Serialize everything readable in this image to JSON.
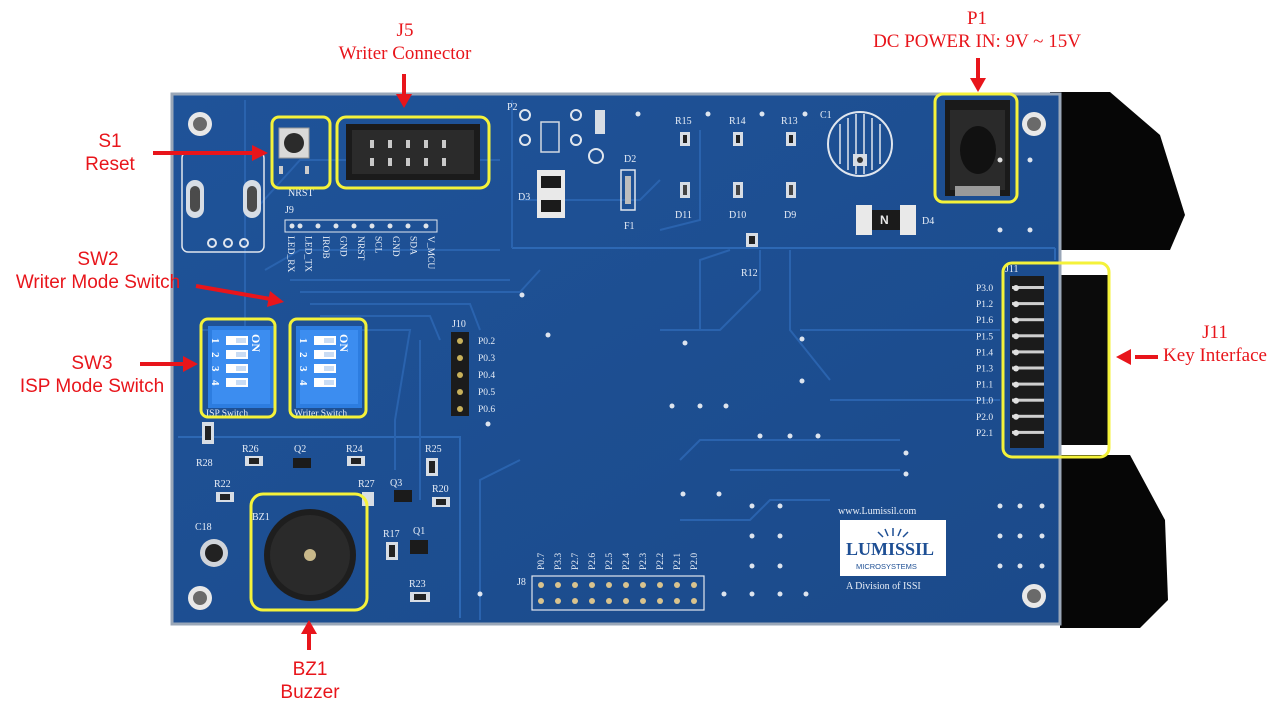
{
  "colors": {
    "board": "#1e4f94",
    "annotation": "#e8151b",
    "highlight": "#f4f23a"
  },
  "annotations": {
    "j5": {
      "line1": "J5",
      "line2": "Writer Connector"
    },
    "p1": {
      "line1": "P1",
      "line2": "DC POWER IN: 9V ~ 15V"
    },
    "s1": {
      "line1": "S1",
      "line2": "Reset"
    },
    "sw2": {
      "line1": "SW2",
      "line2": "Writer Mode Switch"
    },
    "sw3": {
      "line1": "SW3",
      "line2": "ISP Mode Switch"
    },
    "j11": {
      "line1": "J11",
      "line2": "Key Interface"
    },
    "bz1": {
      "line1": "BZ1",
      "line2": "Buzzer"
    }
  },
  "board": {
    "silk": {
      "j9": "J9",
      "nrst": "NRST",
      "j10": "J10",
      "j8": "J8",
      "j11": "J11",
      "c1": "C1",
      "c18": "C18",
      "d2": "D2",
      "d3": "D3",
      "d4": "D4",
      "d9": "D9",
      "d10": "D10",
      "d11": "D11",
      "f1": "F1",
      "p2": "P2",
      "q1": "Q1",
      "q2": "Q2",
      "q3": "Q3",
      "r12": "R12",
      "r13": "R13",
      "r14": "R14",
      "r15": "R15",
      "r17": "R17",
      "r20": "R20",
      "r22": "R22",
      "r23": "R23",
      "r24": "R24",
      "r25": "R25",
      "r26": "R26",
      "r27": "R27",
      "r28": "R28",
      "bz1": "BZ1",
      "on": "ON",
      "isp_switch": "ISP Switch",
      "writer_switch": "Writer Switch",
      "sw_nums": [
        "1",
        "2",
        "3",
        "4"
      ],
      "j9_pins": [
        "V_MCU",
        "SDA",
        "GND",
        "SCL",
        "NRST",
        "GND",
        "IROB",
        "LED_TX",
        "LED_RX"
      ],
      "j10_pins": [
        "P0.2",
        "P0.3",
        "P0.4",
        "P0.5",
        "P0.6"
      ],
      "j8_pins": [
        "P0.7",
        "P3.3",
        "P2.7",
        "P2.6",
        "P2.5",
        "P2.4",
        "P2.3",
        "P2.2",
        "P2.1",
        "P2.0"
      ],
      "j11_pins": [
        "P3.0",
        "P1.2",
        "P1.6",
        "P1.5",
        "P1.4",
        "P1.3",
        "P1.1",
        "P1.0",
        "P2.0",
        "P2.1"
      ],
      "website": "www.Lumissil.com",
      "logo": "LUMISSIL",
      "logo_sub": "MICROSYSTEMS",
      "division": "A Division of ISSI"
    }
  }
}
